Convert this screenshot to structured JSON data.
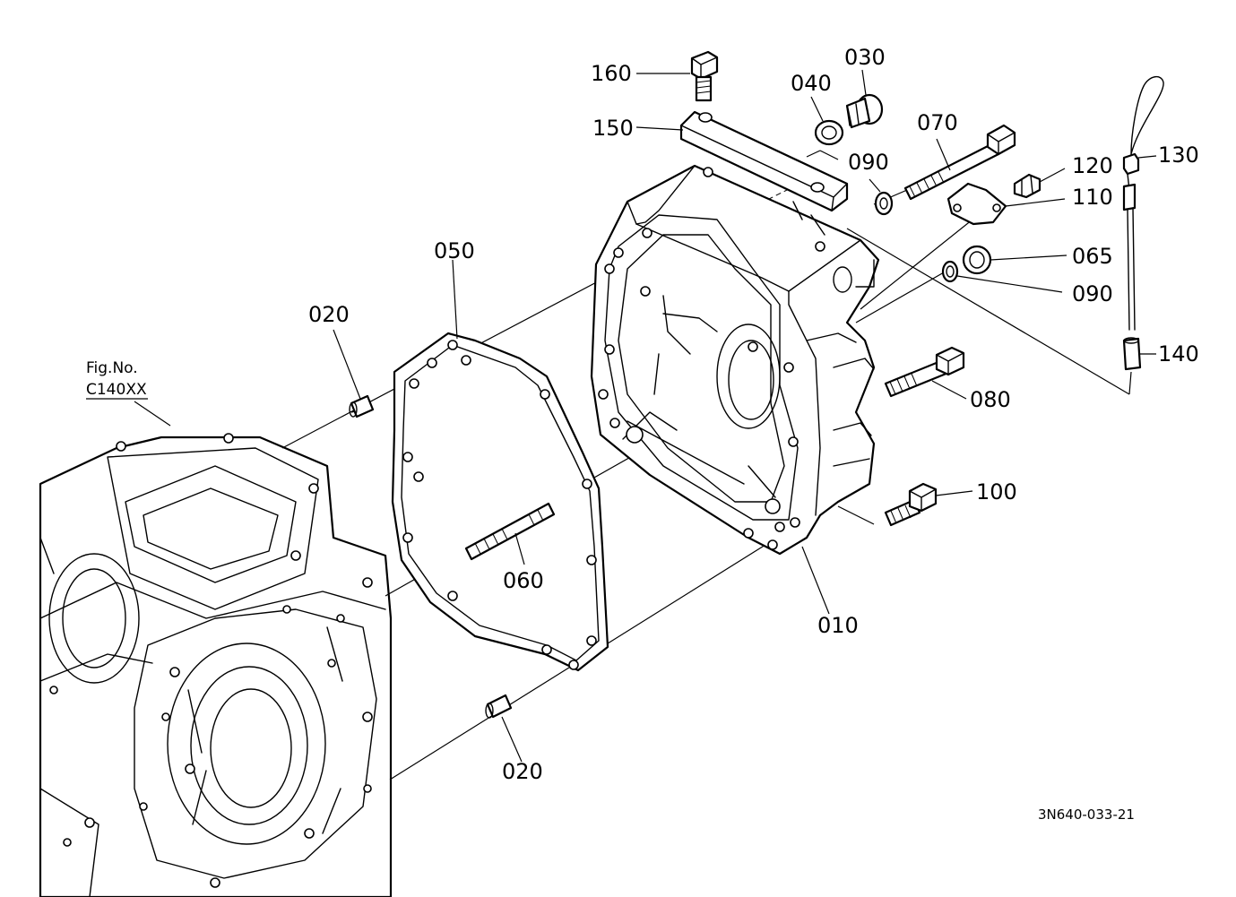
{
  "figure_ref": {
    "line1": "Fig.No.",
    "line2": "C140XX"
  },
  "drawing_number": "3N640-033-21",
  "callouts": {
    "p010": "010",
    "p020a": "020",
    "p020b": "020",
    "p030": "030",
    "p040": "040",
    "p050": "050",
    "p060": "060",
    "p065": "065",
    "p070": "070",
    "p080": "080",
    "p090a": "090",
    "p090b": "090",
    "p100": "100",
    "p110": "110",
    "p120": "120",
    "p130": "130",
    "p140": "140",
    "p150": "150",
    "p160": "160"
  }
}
